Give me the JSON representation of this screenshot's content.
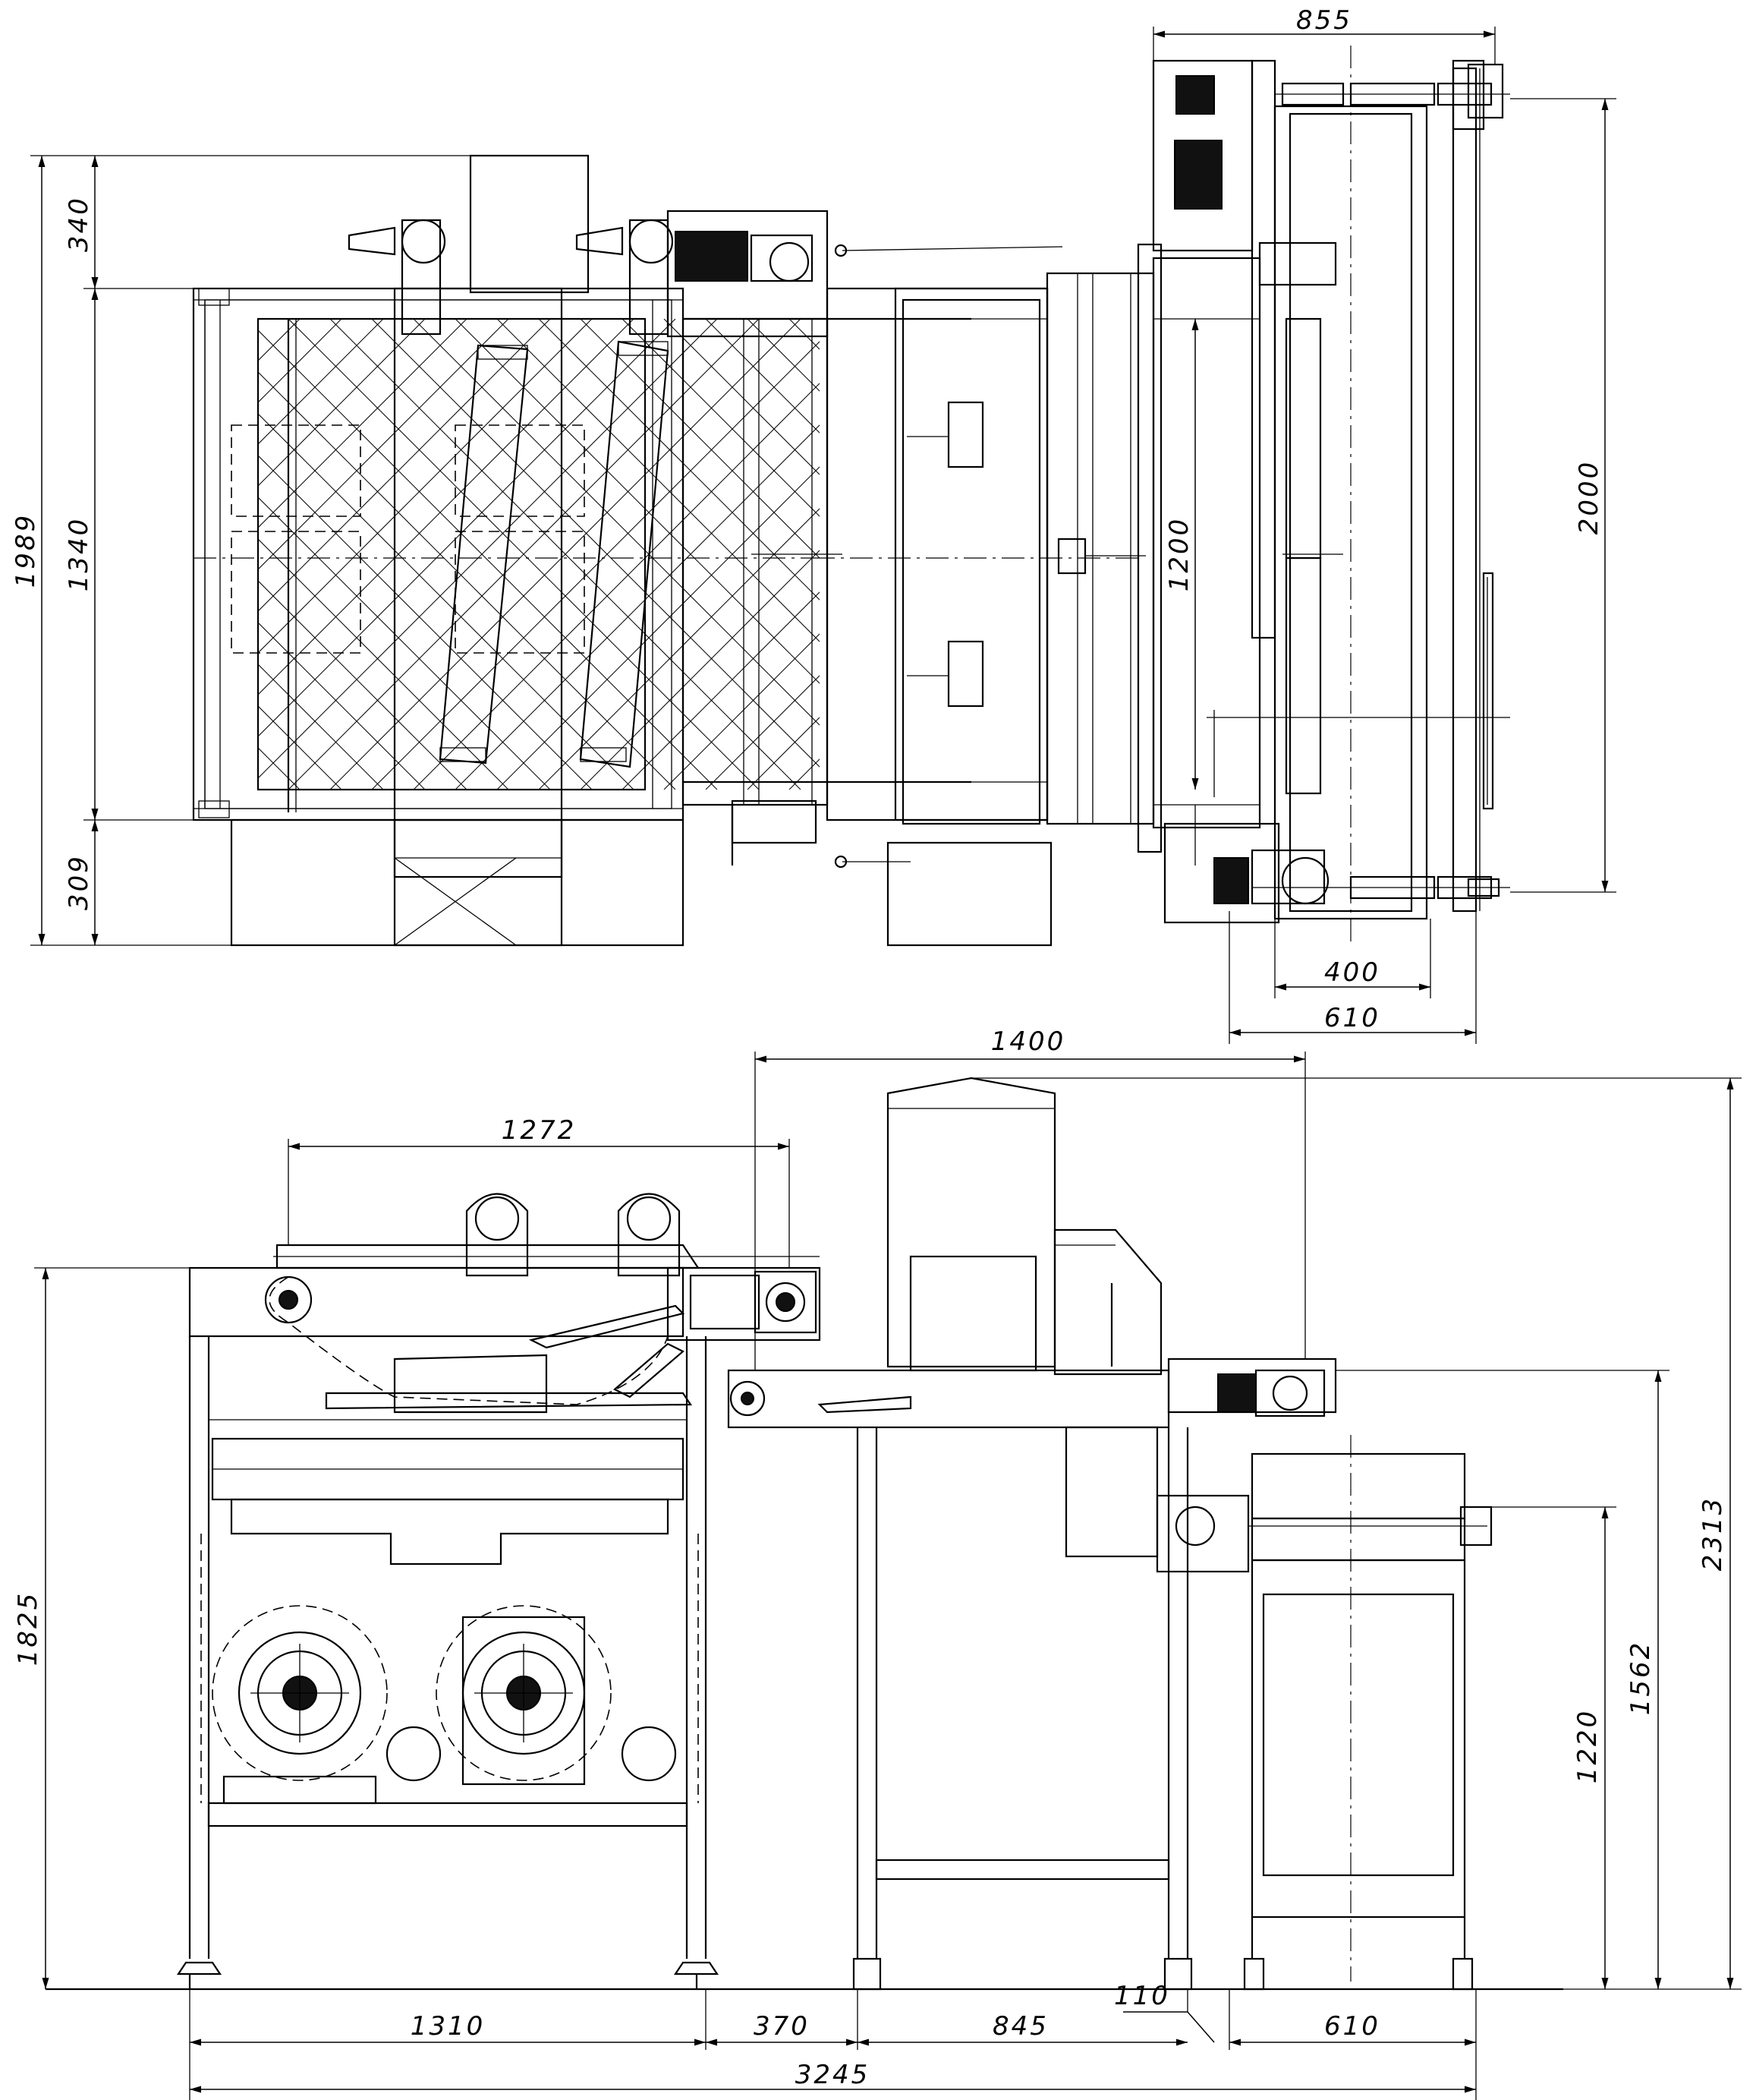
{
  "drawing": {
    "plan_view": {
      "dimensions": {
        "top_width": "855",
        "height_overall_left": "1989",
        "height_top_section": "340",
        "height_middle_section": "1340",
        "height_bottom_section": "309",
        "conveyor_width": "1200",
        "right_unit_height": "2000",
        "right_unit_inner_width": "400",
        "right_unit_outer_width": "610"
      }
    },
    "side_view": {
      "dimensions": {
        "top_span": "1400",
        "conveyor_length": "1272",
        "infeed_height": "1825",
        "overall_height": "2313",
        "transfer_height": "1562",
        "outfeed_height": "1220",
        "segment_1": "1310",
        "segment_2": "370",
        "segment_3": "845",
        "segment_4": "610",
        "gap": "110",
        "overall_length": "3245"
      }
    }
  }
}
